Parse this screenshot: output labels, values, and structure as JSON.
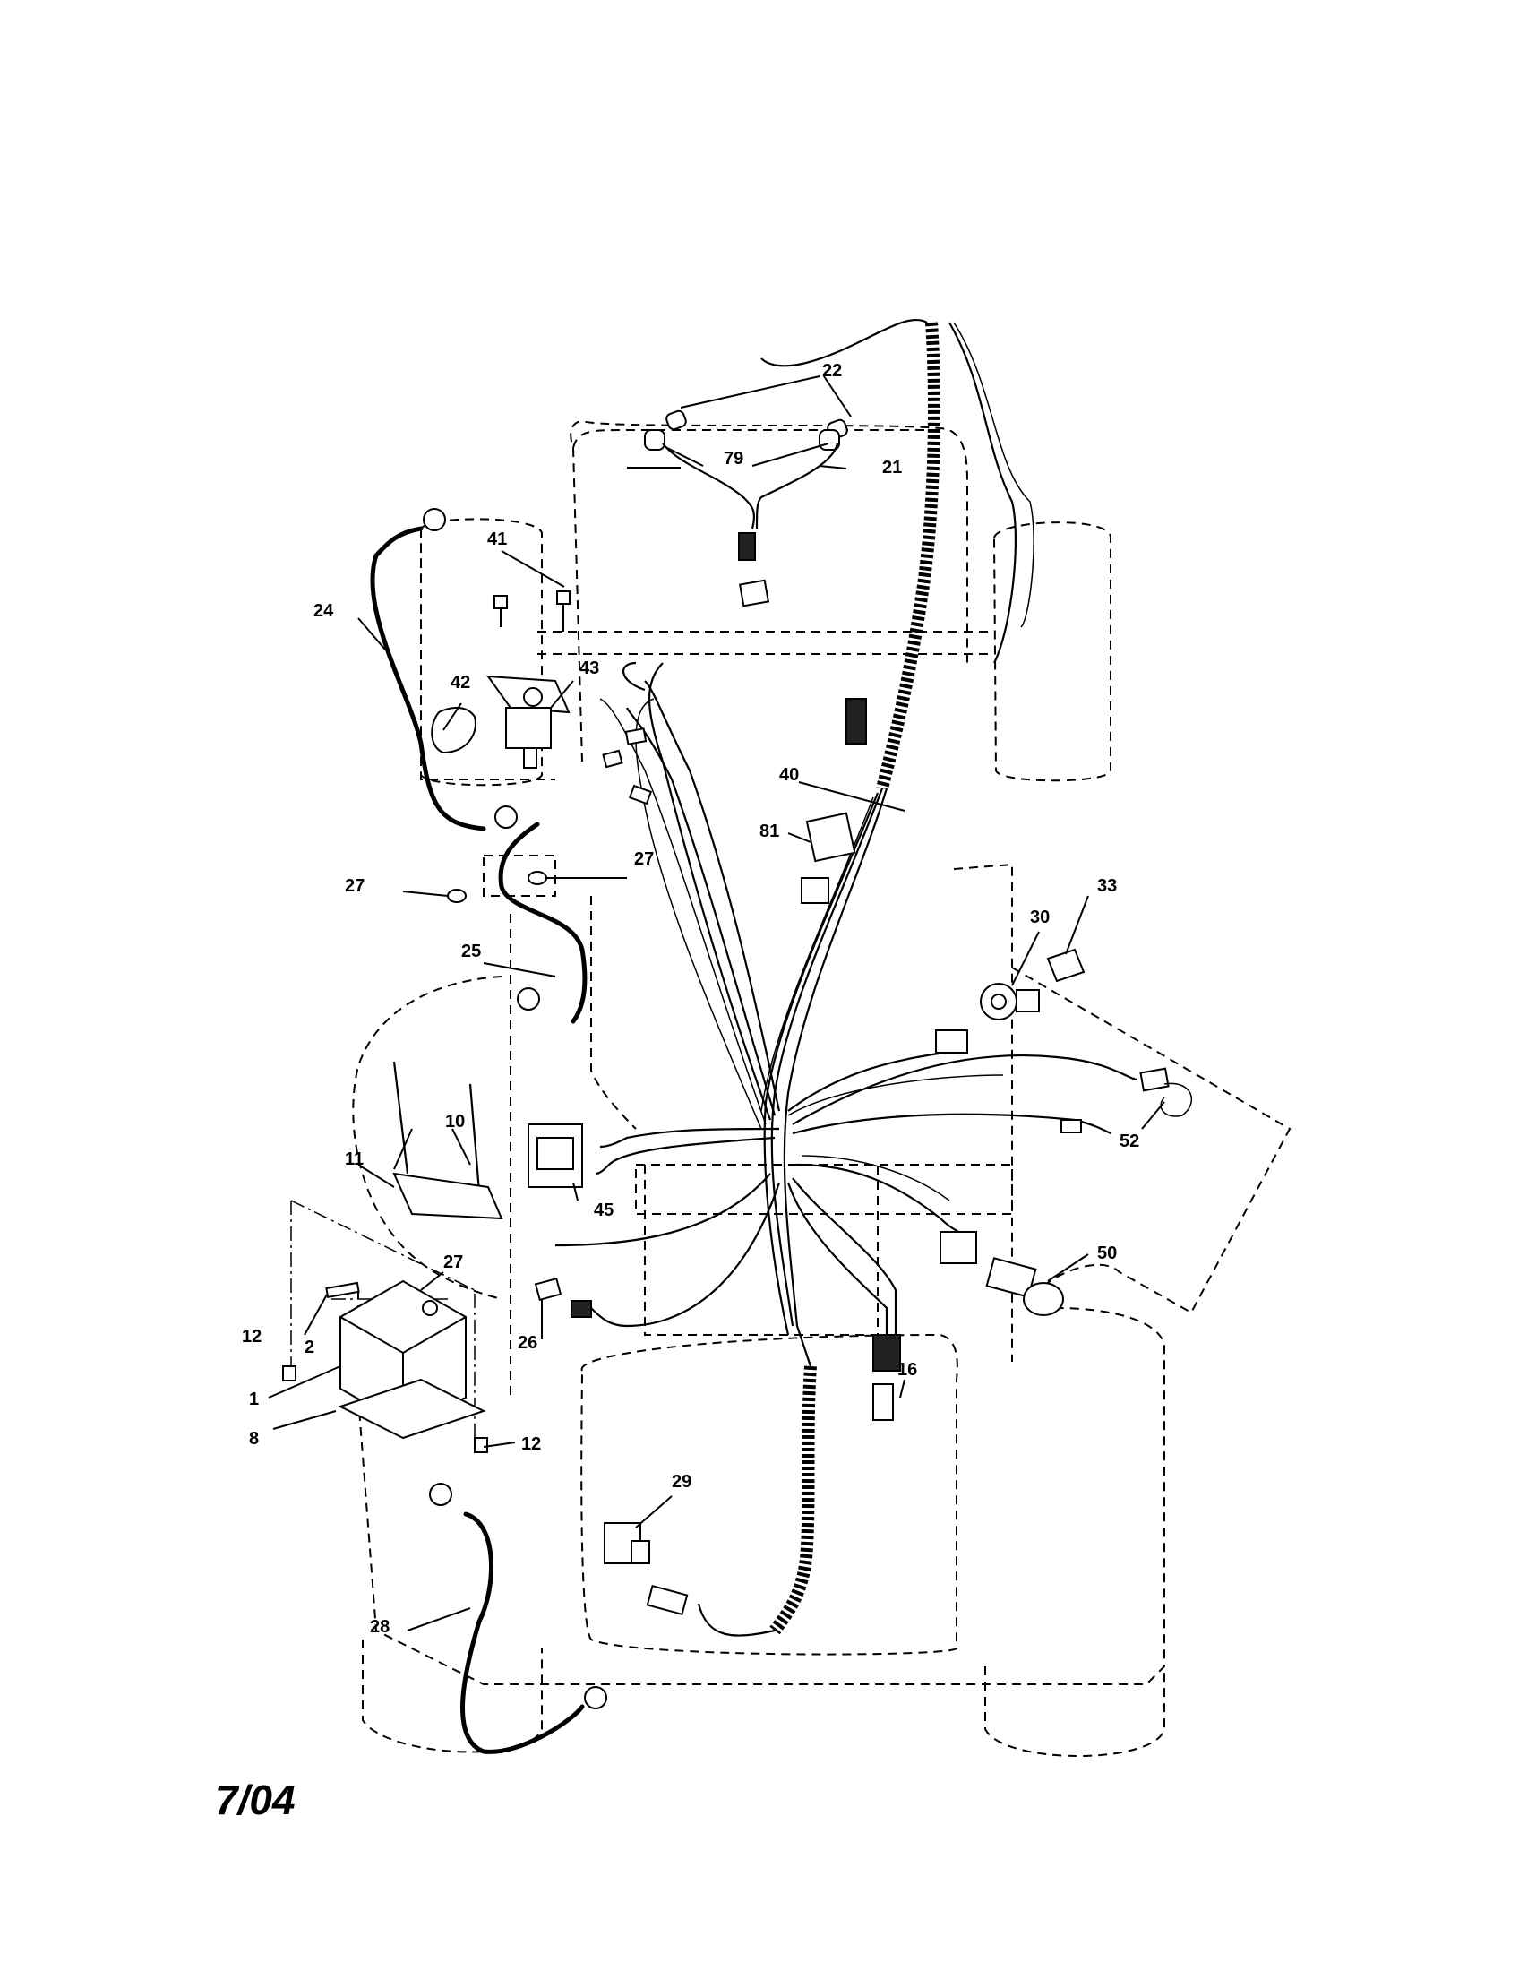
{
  "footer": {
    "date_code": "7/04"
  },
  "callouts": {
    "c22": "22",
    "c79": "79",
    "c21": "21",
    "c41": "41",
    "c24": "24",
    "c42": "42",
    "c43": "43",
    "c40": "40",
    "c81": "81",
    "c27a": "27",
    "c27b": "27",
    "c25": "25",
    "c33": "33",
    "c30": "30",
    "c10": "10",
    "c11": "11",
    "c45": "45",
    "c52": "52",
    "c27c": "27",
    "c12a": "12",
    "c2": "2",
    "c26": "26",
    "c50": "50",
    "c16": "16",
    "c1": "1",
    "c8": "8",
    "c12b": "12",
    "c29": "29",
    "c28": "28"
  }
}
